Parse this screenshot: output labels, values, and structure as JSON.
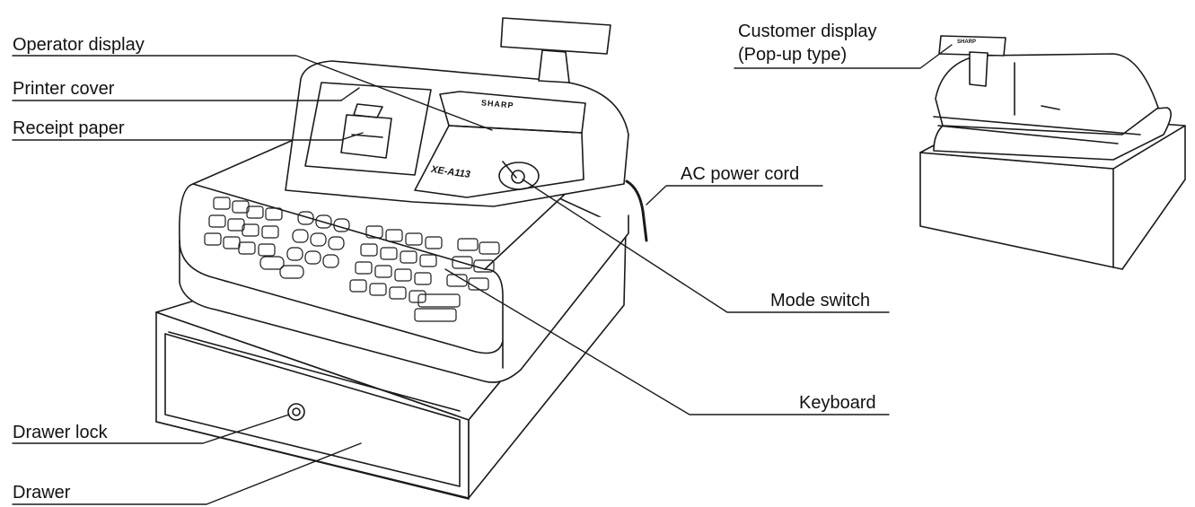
{
  "figure": {
    "labels": {
      "operator_display": "Operator display",
      "printer_cover": "Printer cover",
      "receipt_paper": "Receipt paper",
      "ac_power_cord": "AC power cord",
      "mode_switch": "Mode switch",
      "keyboard": "Keyboard",
      "drawer_lock": "Drawer lock",
      "drawer": "Drawer",
      "customer_display_line1": "Customer display",
      "customer_display_line2": "(Pop-up type)"
    },
    "device_marks": {
      "brand": "SHARP",
      "model": "XE-A113"
    }
  }
}
